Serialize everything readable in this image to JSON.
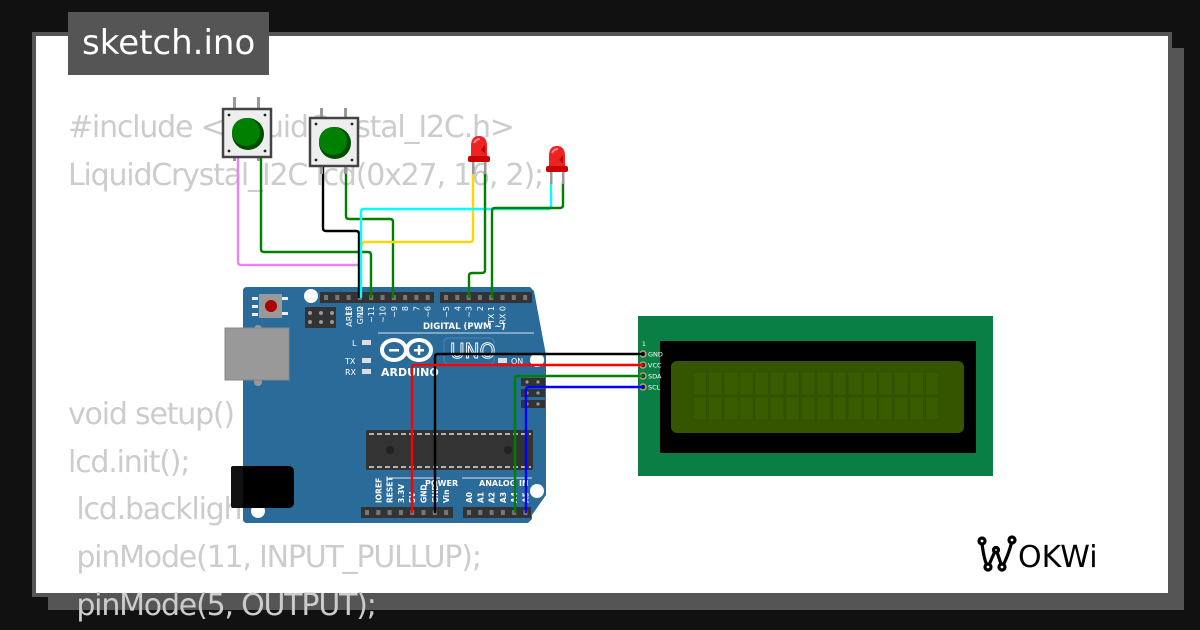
{
  "tab": {
    "filename": "sketch.ino"
  },
  "code_lines": [
    "#include <LiquidCrystal_I2C.h>",
    "LiquidCrystal_I2C lcd(0x27, 16, 2);",
    "",
    "",
    "",
    "",
    "void setup() {",
    "lcd.init();",
    " lcd.backlight();",
    " pinMode(11, INPUT_PULLUP);",
    " pinMode(5, OUTPUT);"
  ],
  "arduino": {
    "model": "UNO",
    "brand": "ARDUINO",
    "top_header_labels": [
      "AREF",
      "GND",
      "13",
      "12",
      "~11",
      "~10",
      "~9",
      "8",
      "7",
      "~6",
      "~5",
      "4",
      "~3",
      "2",
      "TX 1",
      "RX 0"
    ],
    "digital_label": "DIGITAL (PWM ~)",
    "tx_label": "TX",
    "rx_label": "RX",
    "l_label": "L",
    "on_label": "ON",
    "power_label": "POWER",
    "analog_label": "ANALOG IN",
    "power_pins": [
      "IOREF",
      "RESET",
      "3.3V",
      "5V",
      "GND",
      "GND",
      "Vin"
    ],
    "analog_pins": [
      "A0",
      "A1",
      "A2",
      "A3",
      "A4",
      "A5"
    ],
    "colors": {
      "board": "#2B6B99",
      "header": "#333333"
    }
  },
  "lcd": {
    "pin_one_label": "1",
    "pins": [
      "GND",
      "VCC",
      "SDA",
      "SCL"
    ],
    "colors": {
      "pcb": "#0A7F45",
      "bezel": "#000000",
      "screen": "#355500"
    }
  },
  "wires": [
    {
      "name": "button1-left-to-gnd",
      "color": "#EE82EE"
    },
    {
      "name": "button1-right-to-pin12",
      "color": "#008000"
    },
    {
      "name": "button2-left-to-gnd",
      "color": "#000000"
    },
    {
      "name": "button2-right-to-pin11",
      "color": "#008000"
    },
    {
      "name": "gnd-to-led2",
      "color": "#00FFFF"
    },
    {
      "name": "gnd-to-led1",
      "color": "#FFD700"
    },
    {
      "name": "led1-to-pin5",
      "color": "#008000"
    },
    {
      "name": "led2-to-pin3",
      "color": "#008000"
    },
    {
      "name": "lcd-gnd",
      "color": "#000000"
    },
    {
      "name": "lcd-vcc",
      "color": "#FF0000"
    },
    {
      "name": "lcd-sda",
      "color": "#008000"
    },
    {
      "name": "lcd-scl",
      "color": "#0000FF"
    }
  ],
  "components": {
    "buttons": [
      {
        "color": "#008000"
      },
      {
        "color": "#008000"
      }
    ],
    "leds": [
      {
        "color": "#FF0000"
      },
      {
        "color": "#FF0000"
      }
    ]
  },
  "logo": {
    "text": "WOKWi"
  }
}
